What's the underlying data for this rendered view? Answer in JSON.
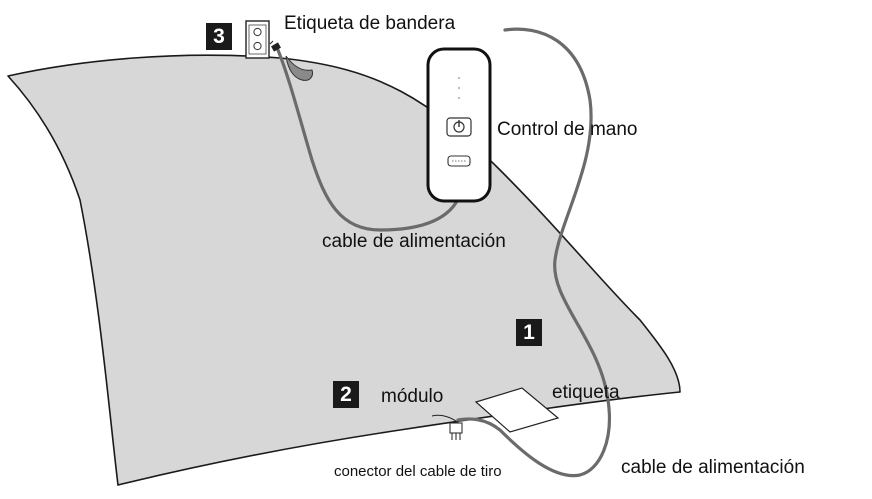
{
  "labels": {
    "flag_tag": "Etiqueta de bandera",
    "hand_control": "Control de mano",
    "power_cord_upper": "cable de alimentación",
    "module": "módulo",
    "tag": "etiqueta",
    "pull_cable_connector": "conector del cable de tiro",
    "power_cord_lower": "cable de alimentación"
  },
  "step_badges": [
    "1",
    "2",
    "3"
  ],
  "colors": {
    "blanket_fill": "#d7d7d7",
    "outline": "#1a1a1a",
    "cord": "#6b6b6b",
    "badge_bg": "#1a1a1a",
    "badge_text": "#ffffff"
  },
  "icons": [
    "outlet-icon",
    "plug-icon",
    "power-button-icon",
    "display-icon",
    "connector-icon"
  ]
}
